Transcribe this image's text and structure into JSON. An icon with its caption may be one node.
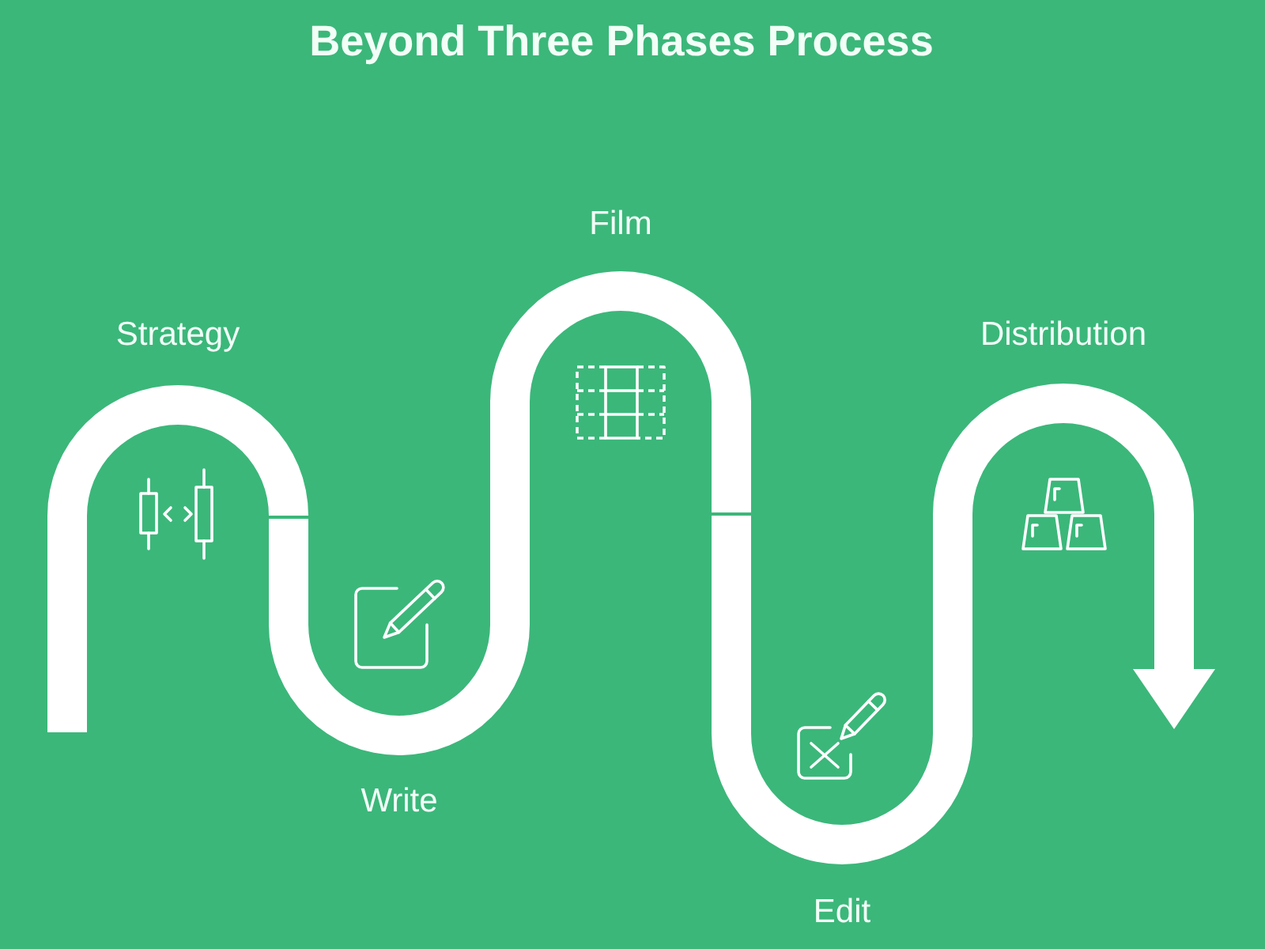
{
  "diagram": {
    "title": "Beyond Three Phases Process",
    "nodes": [
      {
        "text": [
          "Strategy"
        ]
      },
      {
        "text": [
          "Write"
        ]
      },
      {
        "text": [
          "Film"
        ]
      },
      {
        "text": [
          "Edit"
        ]
      },
      {
        "text": [
          "Distribution"
        ]
      }
    ]
  }
}
